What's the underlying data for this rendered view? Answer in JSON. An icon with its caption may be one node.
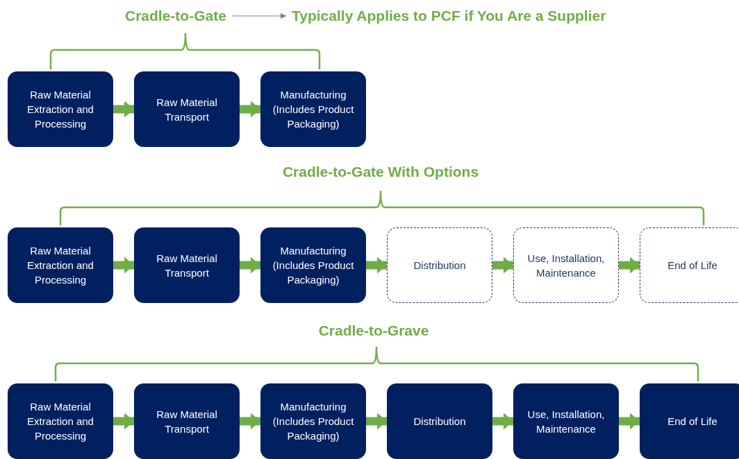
{
  "diagram": {
    "nodes": [
      {
        "text": [
          "Cradle-to-Gate"
        ]
      },
      {
        "text": [
          "Typically Applies to PCF if You Are a Supplier"
        ]
      },
      {
        "text": [
          "Raw Material Extraction and Processing"
        ]
      },
      {
        "text": [
          "Raw Material Transport"
        ]
      },
      {
        "text": [
          "Manufacturing (Includes Product Packaging)"
        ]
      },
      {
        "text": [
          "Raw Material Extraction and Processing"
        ]
      },
      {
        "text": [
          "Raw Material Transport"
        ]
      },
      {
        "text": [
          "Manufacturing (Includes Product Packaging)"
        ]
      },
      {
        "text": [
          "Distribution"
        ]
      },
      {
        "text": [
          "Use, Installation, Maintenance"
        ]
      },
      {
        "text": [
          "End of Life"
        ]
      },
      {
        "text": [
          "Raw Material Extraction and Processing"
        ]
      },
      {
        "text": [
          "Raw Material Transport"
        ]
      },
      {
        "text": [
          "Manufacturing (Includes Product Packaging)"
        ]
      },
      {
        "text": [
          "Distribution"
        ]
      },
      {
        "text": [
          "Use, Installation, Maintenance"
        ]
      },
      {
        "text": [
          "End of Life"
        ]
      }
    ],
    "edges": [
      {
        "from": 0,
        "to": 1,
        "arrow": "to"
      },
      {
        "from": 2,
        "to": 3,
        "arrow": "to"
      },
      {
        "from": 3,
        "to": 4,
        "arrow": "to"
      },
      {
        "from": 5,
        "to": 6,
        "arrow": "to"
      },
      {
        "from": 6,
        "to": 7,
        "arrow": "to"
      },
      {
        "from": 7,
        "to": 8,
        "arrow": "to"
      },
      {
        "from": 8,
        "to": 9,
        "arrow": "to"
      },
      {
        "from": 9,
        "to": 10,
        "arrow": "to"
      },
      {
        "from": 11,
        "to": 12,
        "arrow": "to"
      },
      {
        "from": 12,
        "to": 13,
        "arrow": "to"
      },
      {
        "from": 13,
        "to": 14,
        "arrow": "to"
      },
      {
        "from": 14,
        "to": 15,
        "arrow": "to"
      },
      {
        "from": 15,
        "to": 16,
        "arrow": "to"
      }
    ],
    "labels": [
      "Cradle-to-Gate With Options",
      "Cradle-to-Grave"
    ]
  }
}
